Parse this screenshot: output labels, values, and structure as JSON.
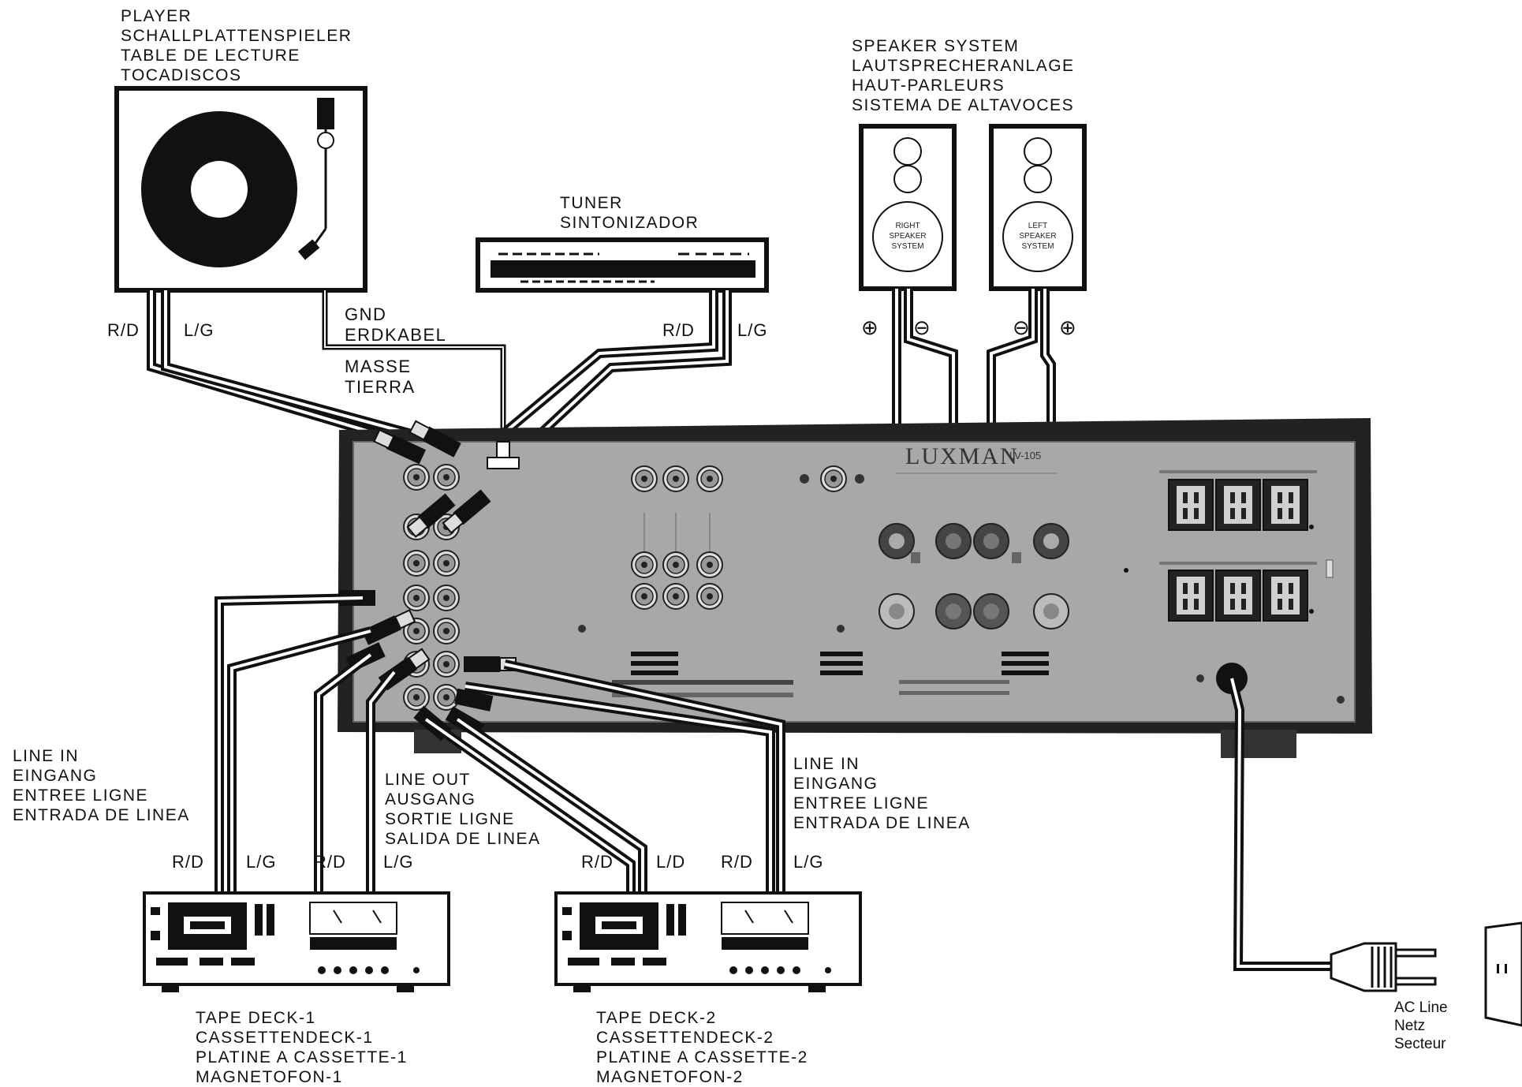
{
  "player": {
    "labels": [
      "PLAYER",
      "SCHALLPLATTENSPIELER",
      "TABLE DE LECTURE",
      "TOCADISCOS"
    ],
    "right_label": "R/D",
    "left_label": "L/G"
  },
  "ground": {
    "labels_top": [
      "GND",
      "ERDKABEL"
    ],
    "labels_bottom": [
      "MASSE",
      "TIERRA"
    ]
  },
  "tuner": {
    "labels": [
      "TUNER",
      "SINTONIZADOR"
    ],
    "right_label": "R/D",
    "left_label": "L/G"
  },
  "speakers": {
    "labels": [
      "SPEAKER SYSTEM",
      "LAUTSPRECHERANLAGE",
      "HAUT-PARLEURS",
      "SISTEMA DE ALTAVOCES"
    ],
    "right_box": [
      "RIGHT",
      "SPEAKER",
      "SYSTEM"
    ],
    "left_box": [
      "LEFT",
      "SPEAKER",
      "SYSTEM"
    ],
    "plus_symbol": "⊕",
    "minus_symbol": "⊖"
  },
  "amplifier": {
    "brand": "LUXMAN",
    "model": "LV-105"
  },
  "tape_deck_1": {
    "line_in_labels": [
      "LINE IN",
      "EINGANG",
      "ENTREE LIGNE",
      "ENTRADA DE LINEA"
    ],
    "line_out_labels": [
      "LINE OUT",
      "AUSGANG",
      "SORTIE LIGNE",
      "SALIDA DE LINEA"
    ],
    "cable_labels": [
      "R/D",
      "L/G",
      "R/D",
      "L/G"
    ],
    "name_labels": [
      "TAPE DECK-1",
      "CASSETTENDECK-1",
      "PLATINE A CASSETTE-1",
      "MAGNETOFON-1"
    ]
  },
  "tape_deck_2": {
    "line_in_labels": [
      "LINE IN",
      "EINGANG",
      "ENTREE LIGNE",
      "ENTRADA DE LINEA"
    ],
    "cable_labels": [
      "R/D",
      "L/D",
      "R/D",
      "L/G"
    ],
    "name_labels": [
      "TAPE DECK-2",
      "CASSETTENDECK-2",
      "PLATINE A CASSETTE-2",
      "MAGNETOFON-2"
    ]
  },
  "ac_line": {
    "labels": [
      "AC Line",
      "Netz",
      "Secteur"
    ]
  }
}
